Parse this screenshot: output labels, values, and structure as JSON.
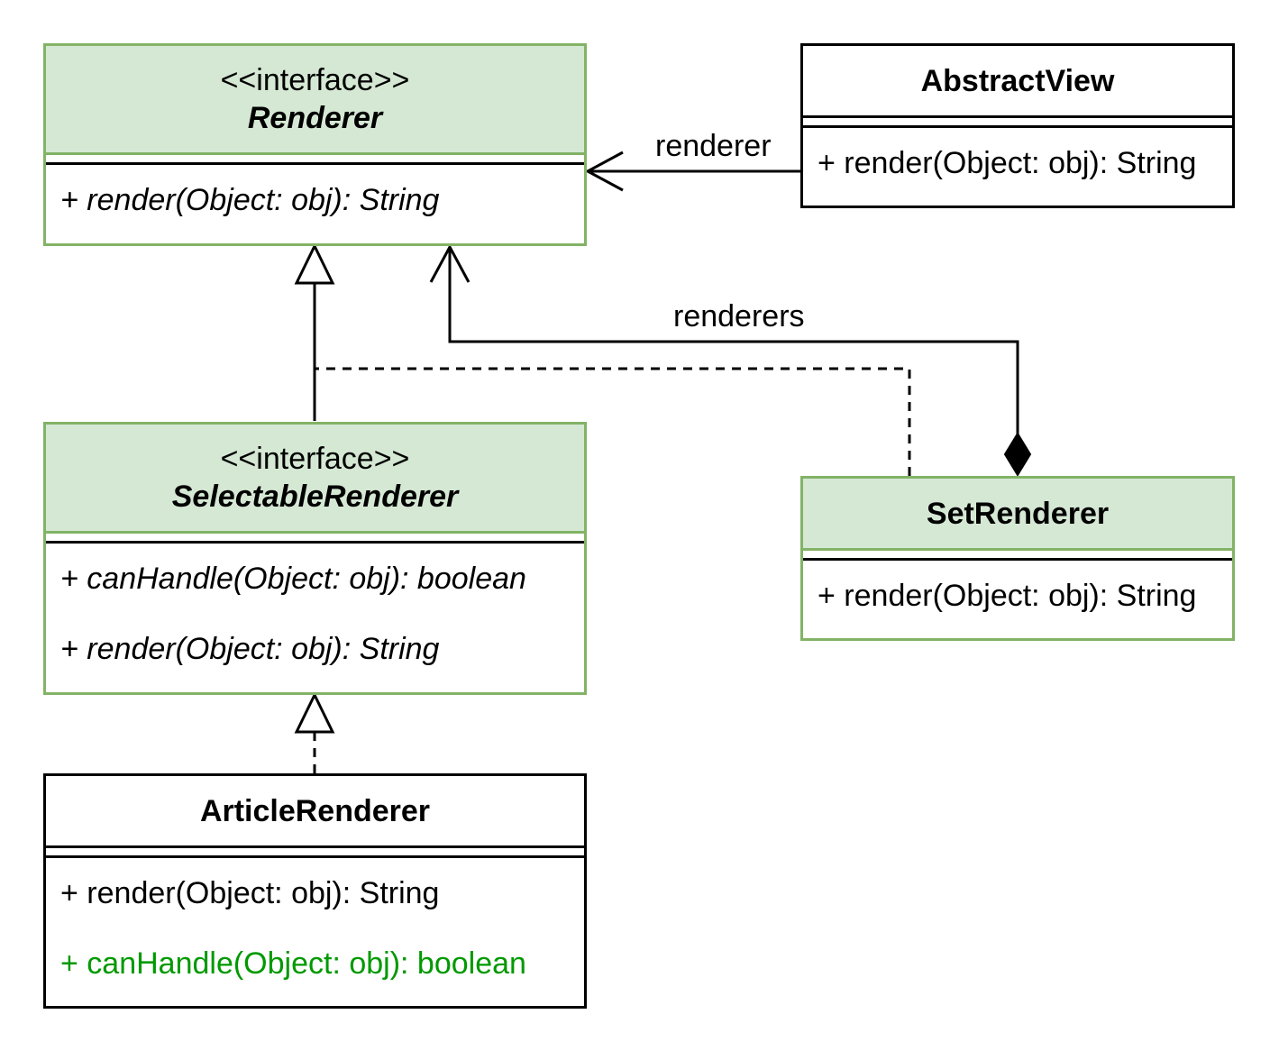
{
  "diagram": {
    "classes": {
      "renderer": {
        "stereotype": "<<interface>>",
        "name": "Renderer",
        "members": [
          "+ render(Object: obj): String"
        ]
      },
      "abstract_view": {
        "name": "AbstractView",
        "members": [
          "+ render(Object: obj): String"
        ]
      },
      "selectable_renderer": {
        "stereotype": "<<interface>>",
        "name": "SelectableRenderer",
        "members": [
          "+ canHandle(Object: obj): boolean",
          "+ render(Object: obj): String"
        ]
      },
      "set_renderer": {
        "name": "SetRenderer",
        "members": [
          "+ render(Object: obj): String"
        ]
      },
      "article_renderer": {
        "name": "ArticleRenderer",
        "members": [
          "+ render(Object: obj): String",
          "+ canHandle(Object: obj): boolean"
        ]
      }
    },
    "edges": {
      "view_to_renderer_label": "renderer",
      "set_to_renderer_label": "renderers"
    },
    "colors": {
      "interface_fill": "#d5e8d4",
      "interface_border": "#82b366",
      "added_member": "#009900"
    }
  }
}
